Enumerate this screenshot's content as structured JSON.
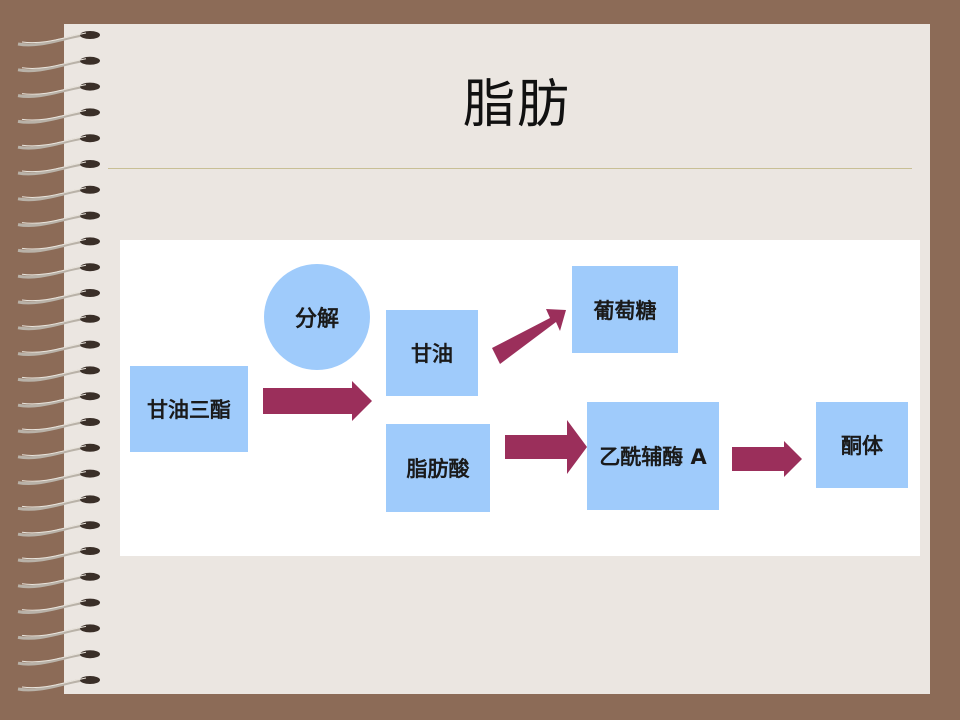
{
  "slide": {
    "title": "脂肪"
  },
  "diagram": {
    "nodes": {
      "triglyceride": "甘油三酯",
      "decompose": "分解",
      "glycerol": "甘油",
      "fatty_acid": "脂肪酸",
      "glucose": "葡萄糖",
      "acetyl_coa": "乙酰辅酶 A",
      "ketone_body": "酮体"
    },
    "colors": {
      "box": "#9fcbfb",
      "arrow": "#9b2f5b",
      "frame": "#8c6b57",
      "page": "#ebe6e1"
    }
  }
}
